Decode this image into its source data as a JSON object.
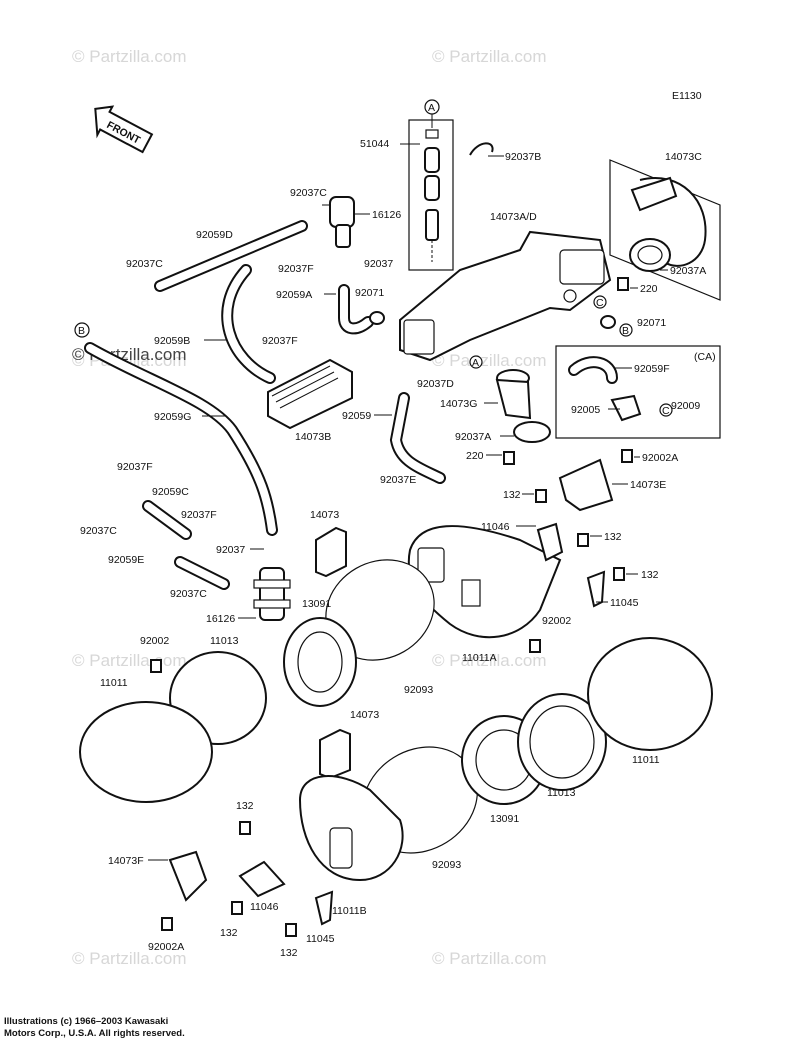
{
  "diagram_code": "E1130",
  "front_label": "FRONT",
  "variant_label": "(CA)",
  "watermark": "© Partzilla.com",
  "copyright": {
    "line1": "Illustrations (c) 1966–2003 Kawasaki",
    "line2": "Motors Corp., U.S.A. All rights reserved."
  },
  "callout_markers": [
    "A",
    "B",
    "C"
  ],
  "part_labels": [
    {
      "id": "51044",
      "text": "51044"
    },
    {
      "id": "92037b",
      "text": "92037B"
    },
    {
      "id": "14073c",
      "text": "14073C"
    },
    {
      "id": "92037c-1",
      "text": "92037C"
    },
    {
      "id": "16126-1",
      "text": "16126"
    },
    {
      "id": "14073ad",
      "text": "14073A/D"
    },
    {
      "id": "92059d",
      "text": "92059D"
    },
    {
      "id": "92037f-1",
      "text": "92037F"
    },
    {
      "id": "92037-1",
      "text": "92037"
    },
    {
      "id": "92037c-2",
      "text": "92037C"
    },
    {
      "id": "92059a",
      "text": "92059A"
    },
    {
      "id": "92071-1",
      "text": "92071"
    },
    {
      "id": "92037a-1",
      "text": "92037A"
    },
    {
      "id": "220-1",
      "text": "220"
    },
    {
      "id": "92071-2",
      "text": "92071"
    },
    {
      "id": "92059b",
      "text": "92059B"
    },
    {
      "id": "92037f-2",
      "text": "92037F"
    },
    {
      "id": "92059f",
      "text": "92059F"
    },
    {
      "id": "92037d",
      "text": "92037D"
    },
    {
      "id": "14073g",
      "text": "14073G"
    },
    {
      "id": "92005",
      "text": "92005"
    },
    {
      "id": "92009",
      "text": "92009"
    },
    {
      "id": "92059g",
      "text": "92059G"
    },
    {
      "id": "14073b",
      "text": "14073B"
    },
    {
      "id": "92059",
      "text": "92059"
    },
    {
      "id": "92037a-2",
      "text": "92037A"
    },
    {
      "id": "220-2",
      "text": "220"
    },
    {
      "id": "92002a-1",
      "text": "92002A"
    },
    {
      "id": "92037f-3",
      "text": "92037F"
    },
    {
      "id": "92037e",
      "text": "92037E"
    },
    {
      "id": "14073e",
      "text": "14073E"
    },
    {
      "id": "92059c",
      "text": "92059C"
    },
    {
      "id": "132-1",
      "text": "132"
    },
    {
      "id": "92037f-4",
      "text": "92037F"
    },
    {
      "id": "14073-1",
      "text": "14073"
    },
    {
      "id": "92037c-3",
      "text": "92037C"
    },
    {
      "id": "11046-1",
      "text": "11046"
    },
    {
      "id": "132-2",
      "text": "132"
    },
    {
      "id": "92037-2",
      "text": "92037"
    },
    {
      "id": "92059e",
      "text": "92059E"
    },
    {
      "id": "132-3",
      "text": "132"
    },
    {
      "id": "92037c-4",
      "text": "92037C"
    },
    {
      "id": "11045-1",
      "text": "11045"
    },
    {
      "id": "13091-1",
      "text": "13091"
    },
    {
      "id": "16126-2",
      "text": "16126"
    },
    {
      "id": "92002-1",
      "text": "92002"
    },
    {
      "id": "92002-2",
      "text": "92002"
    },
    {
      "id": "11013-1",
      "text": "11013"
    },
    {
      "id": "11011a",
      "text": "11011A"
    },
    {
      "id": "11011-1",
      "text": "11011"
    },
    {
      "id": "92093-1",
      "text": "92093"
    },
    {
      "id": "14073-2",
      "text": "14073"
    },
    {
      "id": "11011-2",
      "text": "11011"
    },
    {
      "id": "11013-2",
      "text": "11013"
    },
    {
      "id": "13091-2",
      "text": "13091"
    },
    {
      "id": "132-4",
      "text": "132"
    },
    {
      "id": "92093-2",
      "text": "92093"
    },
    {
      "id": "14073f",
      "text": "14073F"
    },
    {
      "id": "11046-2",
      "text": "11046"
    },
    {
      "id": "11011b",
      "text": "11011B"
    },
    {
      "id": "132-5",
      "text": "132"
    },
    {
      "id": "11045-2",
      "text": "11045"
    },
    {
      "id": "92002a-2",
      "text": "92002A"
    },
    {
      "id": "132-6",
      "text": "132"
    }
  ]
}
